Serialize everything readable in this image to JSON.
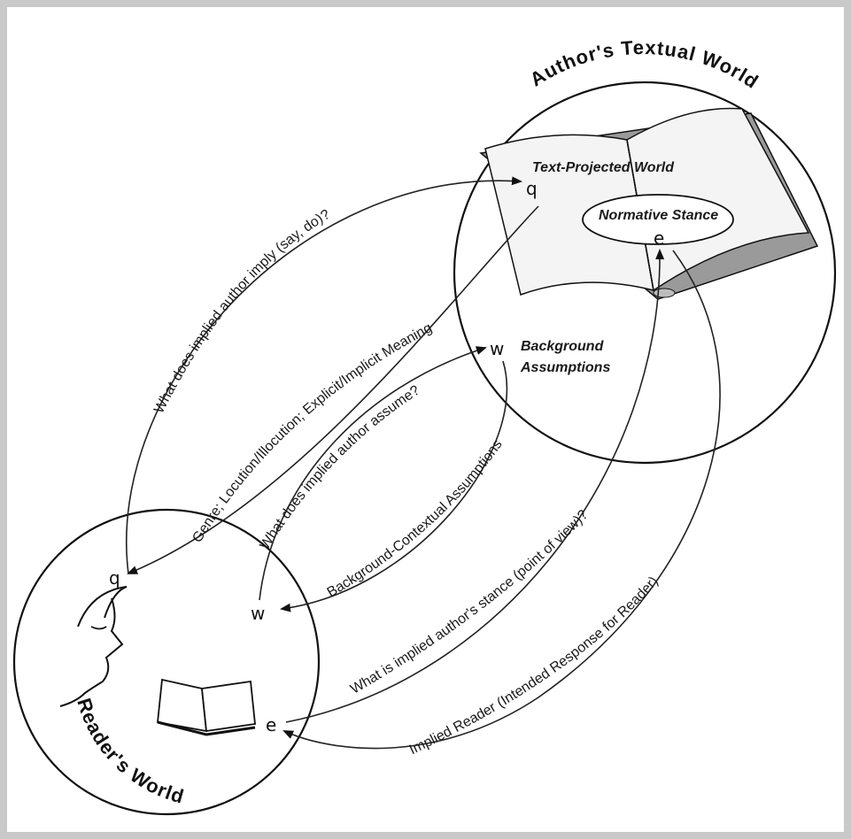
{
  "author_world": {
    "title": "Author's Textual World",
    "text_projected_world": "Text-Projected World",
    "normative_stance": "Normative Stance",
    "background_assumptions_line1": "Background",
    "background_assumptions_line2": "Assumptions",
    "q": "q",
    "w": "w",
    "e": "e"
  },
  "reader_world": {
    "title": "Reader's World",
    "q": "q",
    "w": "w",
    "e": "e"
  },
  "arrows": {
    "imply": "What does implied author imply (say, do)?",
    "genre": "Genre; Locution/Illocution; Explicit/Implicit Meaning",
    "assume": "What does implied author assume?",
    "background": "Background-Contextual Assumptions",
    "stance": "What is implied author's stance (point of view)?",
    "implied_reader": "Implied Reader (Intended Response for Reader)"
  },
  "colors": {
    "frame": "#c9c9c9",
    "line": "#222222",
    "book_pages": "#f4f4f4",
    "book_cover": "#9a9a9a"
  }
}
